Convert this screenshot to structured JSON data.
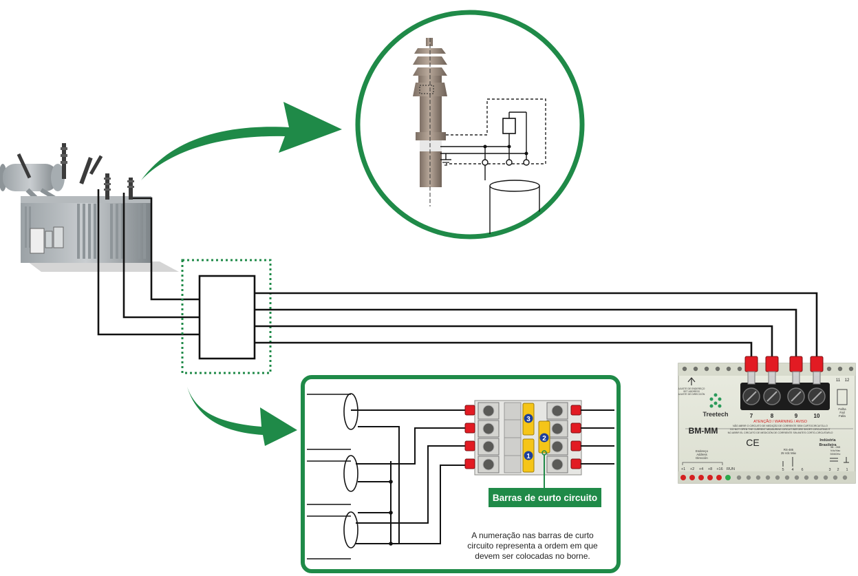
{
  "callout": {
    "label": "Barras de curto circuito",
    "note_lines": [
      "A numeração nas barras de curto",
      "circuito representa a ordem em que",
      "devem ser colocadas no borne."
    ],
    "bar_numbers": [
      "3",
      "2",
      "1"
    ]
  },
  "device": {
    "brand": "Treetech",
    "model": "BM-MM",
    "terminals": [
      "7",
      "8",
      "9",
      "10"
    ],
    "relay_terminals": [
      "11",
      "12"
    ],
    "relay_lines": [
      "Falha",
      "Fail",
      "Falla"
    ],
    "warning": "ATENÇÃO / WARNING / AVISO",
    "warning_pt": "NÃO ABRIR O CIRCUITO DE MEDIÇÃO DE CORRENTE SEM CURTOCIRCUITÁ-LO",
    "warning_en": "DO NOT OPEN THE CURRENT MEASURING CIRCUIT BEFORE SHORT-CIRCUITING IT",
    "warning_es": "NO ABRIR EL CIRCUITO DE MEDICIÓN DE CORRIENTE SIN ANTES CORTO-CIRCUITARLO",
    "adjust_lines": [
      "AJUSTE DE ENDEREÇO",
      "SET ADDRESS",
      "AJUSTE DE DIRECCIÓN"
    ],
    "origin_lines": [
      "Indústria",
      "Brasileira"
    ],
    "address_lines": [
      "Endereço",
      "Address",
      "Dirección"
    ],
    "address_terminals": [
      "+1",
      "+2",
      "+4",
      "+8",
      "+16",
      "RUN"
    ],
    "comm_lines": [
      "RS-485",
      "25 Vdc Máx"
    ],
    "comm_terminals": [
      "5",
      "4",
      "6"
    ],
    "power_lines": [
      "38...265",
      "Vdc/Vac",
      "50/60Hz"
    ],
    "power_terminals": [
      "3",
      "2",
      "1"
    ],
    "ce_mark": "CE"
  },
  "colors": {
    "green": "#1f8a48",
    "label_green": "#1f8a48",
    "terminal_red": "#e21b23",
    "bar_yellow": "#f5c518",
    "number_blue": "#1d3f9b"
  }
}
